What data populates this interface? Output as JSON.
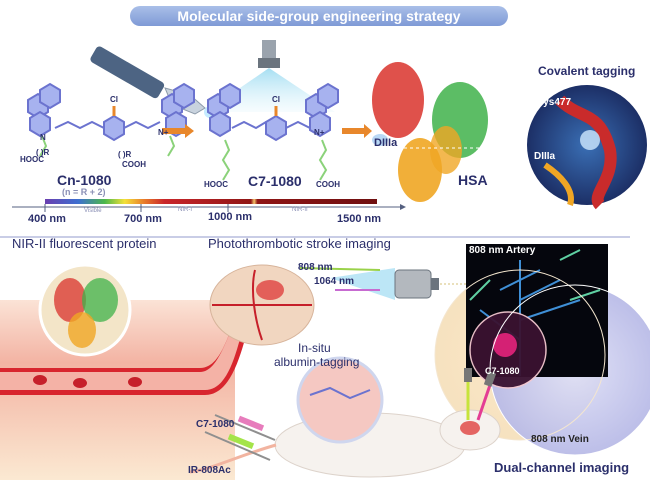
{
  "header": {
    "title": "Molecular side-group engineering strategy"
  },
  "top_panel": {
    "molecule_left": {
      "name": "Cn-1080",
      "formula_note": "(n = R + 2)",
      "cl_label": "Cl",
      "n_label": "N",
      "nplus_label": "N+",
      "r_left": "( )R",
      "r_right": "( )R",
      "acid_left": "HOOC",
      "acid_right": "COOH"
    },
    "molecule_right": {
      "name": "C7-1080",
      "cl_label": "Cl",
      "nplus_label": "N+",
      "acid_left": "HOOC",
      "acid_right": "COOH"
    },
    "protein": {
      "domain_label": "DIIIa",
      "name": "HSA"
    },
    "zoom_circle": {
      "title": "Covalent tagging",
      "residue_label": "Cys477",
      "domain_label": "DIIIa"
    },
    "spectrum": {
      "ticks": [
        "400 nm",
        "700 nm",
        "1000 nm",
        "1500 nm"
      ],
      "regions": [
        "Visible",
        "NIR-I",
        "NIR-II"
      ]
    }
  },
  "bottom_panel": {
    "left_title": "NIR-II fluorescent protein",
    "middle_title": "Photothrombotic stroke imaging",
    "laser_labels": [
      "808 nm",
      "1064 nm"
    ],
    "tagging_label_line1": "In-situ",
    "tagging_label_line2": "albumin-tagging",
    "syringes": [
      "C7-1080",
      "IR-808Ac"
    ],
    "imaging": {
      "artery_label": "808 nm Artery",
      "probe_label": "C7-1080",
      "vein_label": "808 nm Vein",
      "caption": "Dual-channel imaging"
    }
  },
  "colors": {
    "title_pill": "#8ea7de",
    "text_dark": "#2b2f6b",
    "vessel_red": "#d8252e",
    "molecule_blue": "#7b83d6",
    "arrow_orange": "#e8872b"
  }
}
